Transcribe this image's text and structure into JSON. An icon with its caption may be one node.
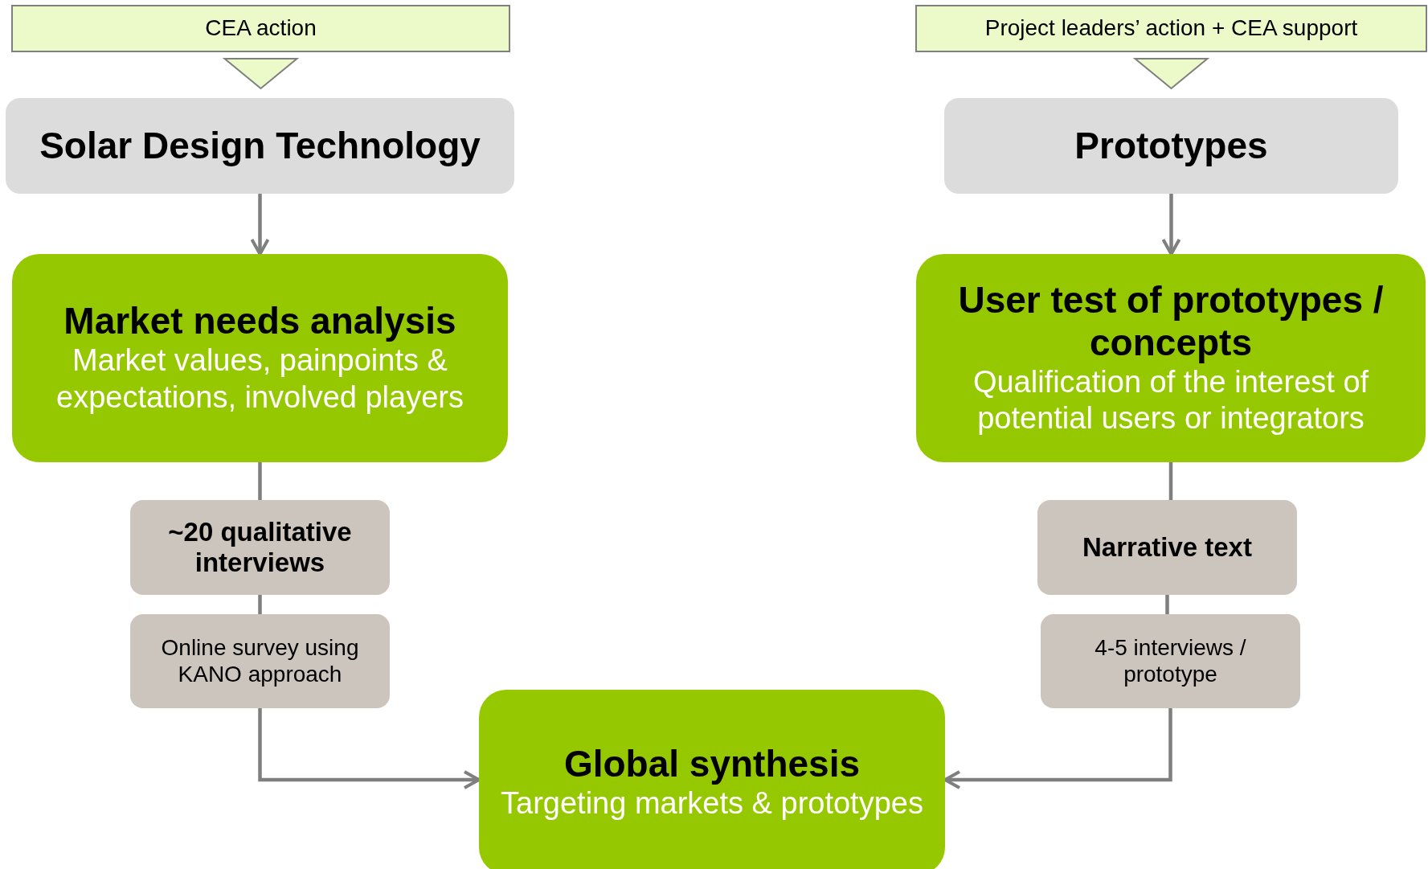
{
  "diagram": {
    "nodes": [
      {
        "text": [
          "CEA action"
        ]
      },
      {
        "text": [
          "Project leaders’ action + CEA support"
        ]
      },
      {
        "text": [
          "Solar Design Technology"
        ]
      },
      {
        "text": [
          "Prototypes"
        ]
      },
      {
        "text": [
          "Market needs analysis",
          "Market values, painpoints & expectations, involved players"
        ]
      },
      {
        "text": [
          "User test of prototypes / concepts",
          "Qualification of the interest of potential users or integrators"
        ]
      },
      {
        "text": [
          "~20 qualitative interviews"
        ]
      },
      {
        "text": [
          "Online survey using KANO approach"
        ]
      },
      {
        "text": [
          "Narrative text"
        ]
      },
      {
        "text": [
          "4-5 interviews / prototype"
        ]
      },
      {
        "text": [
          "Global synthesis",
          "Targeting markets & prototypes"
        ]
      }
    ],
    "edges": [
      {
        "from": 0,
        "to": 2,
        "arrow": "to"
      },
      {
        "from": 1,
        "to": 3,
        "arrow": "to"
      },
      {
        "from": 2,
        "to": 4,
        "arrow": "to"
      },
      {
        "from": 3,
        "to": 5,
        "arrow": "to"
      },
      {
        "from": 4,
        "to": 6,
        "arrow": "none"
      },
      {
        "from": 6,
        "to": 7,
        "arrow": "none"
      },
      {
        "from": 7,
        "to": 10,
        "arrow": "to"
      },
      {
        "from": 5,
        "to": 8,
        "arrow": "none"
      },
      {
        "from": 8,
        "to": 9,
        "arrow": "none"
      },
      {
        "from": 9,
        "to": 10,
        "arrow": "to"
      }
    ]
  }
}
